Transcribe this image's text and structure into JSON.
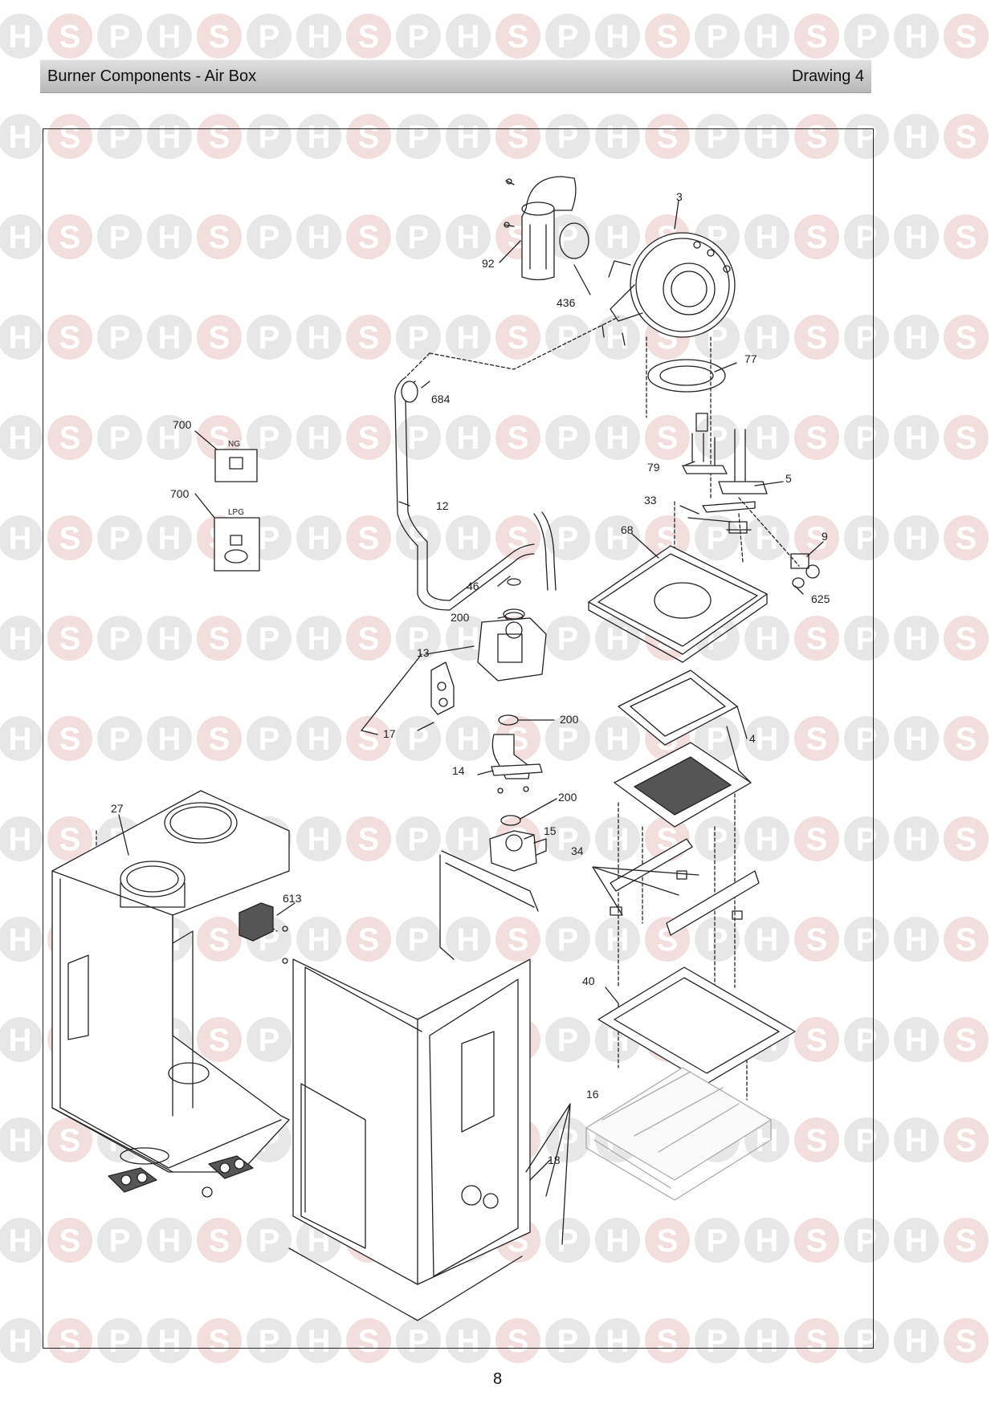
{
  "header": {
    "title": "Burner Components - Air Box",
    "drawing": "Drawing 4"
  },
  "watermark": {
    "letters": [
      "H",
      "S",
      "P"
    ],
    "circle_color": "#e7e7e7",
    "accent_color": "#f3dede",
    "text_color": "#ffffff"
  },
  "parts": [
    {
      "id": "p3",
      "label": "3"
    },
    {
      "id": "p92",
      "label": "92"
    },
    {
      "id": "p436",
      "label": "436"
    },
    {
      "id": "p77",
      "label": "77"
    },
    {
      "id": "p684",
      "label": "684"
    },
    {
      "id": "p700a",
      "label": "700"
    },
    {
      "id": "p700b",
      "label": "700"
    },
    {
      "id": "p79",
      "label": "79"
    },
    {
      "id": "p5",
      "label": "5"
    },
    {
      "id": "p33",
      "label": "33"
    },
    {
      "id": "p12",
      "label": "12"
    },
    {
      "id": "p68",
      "label": "68"
    },
    {
      "id": "p9",
      "label": "9"
    },
    {
      "id": "p625",
      "label": "625"
    },
    {
      "id": "p46",
      "label": "46"
    },
    {
      "id": "p200a",
      "label": "200"
    },
    {
      "id": "p13",
      "label": "13"
    },
    {
      "id": "p200b",
      "label": "200"
    },
    {
      "id": "p17",
      "label": "17"
    },
    {
      "id": "p4",
      "label": "4"
    },
    {
      "id": "p14",
      "label": "14"
    },
    {
      "id": "p200c",
      "label": "200"
    },
    {
      "id": "p15",
      "label": "15"
    },
    {
      "id": "p27",
      "label": "27"
    },
    {
      "id": "p34",
      "label": "34"
    },
    {
      "id": "p613",
      "label": "613"
    },
    {
      "id": "p40",
      "label": "40"
    },
    {
      "id": "p16",
      "label": "16"
    },
    {
      "id": "p18",
      "label": "18"
    }
  ],
  "kit_labels": {
    "ng": "NG",
    "lpg": "LPG"
  },
  "page_number": "8"
}
